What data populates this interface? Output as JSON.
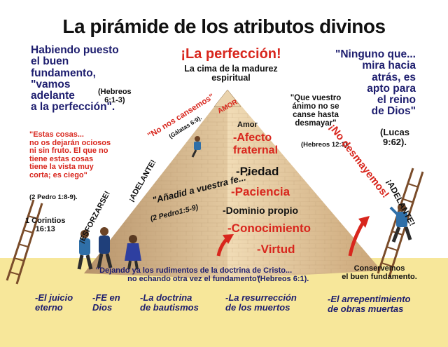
{
  "title": "La pirámide de los atributos divinos",
  "top_left_quote": "Habiendo puesto\nel buen\nfundamento,\n\"vamos\nadelante\na la perfección\".",
  "top_left_ref": "(Hebreos\n6:1-3)",
  "apex_title": "¡La perfección!",
  "apex_subtitle": "La cima de la madurez\nespiritual",
  "top_right_quote": "\"Ninguno que...\nmira hacia\natrás, es\napto para\nel reino\nde Dios\"",
  "top_right_ref": "(Lucas\n9:62).",
  "left_quote": "\"Estas cosas...\nno os dejarán ociosos\nni sin fruto. El que no\ntiene estas cosas\ntiene la vista muy\ncorta; es ciego\"",
  "left_ref": "(2 Pedro 1:8-9).",
  "no_cansemos": "\"No nos cansemos\"",
  "galatas_ref": "(Gálatas 6:9).",
  "animo_quote": "\"Que vuestro\nánimo no se\ncanse hasta\ndesmayar\"",
  "animo_ref": "(Hebreos 12:3).",
  "no_desmayemos": "¡No\ndesmayemos!",
  "adelante_left": "¡ADELANTE!",
  "adelante_right": "¡ADELANTE!",
  "esforzarse": "¡ESFORZARSE!",
  "corintios_ref": "1 Corintios\n16:13",
  "anadid": "\"Añadid a\nvuestra fe...\"",
  "anadid_ref": "(2 Pedro1:5-9)",
  "apex_word": "Amor",
  "apex_word_small": "AMOR",
  "layers": [
    {
      "label": "Amor",
      "color": "#111111"
    },
    {
      "label": "-Afecto\nfraternal",
      "color": "#d8261d"
    },
    {
      "label": "-Piedad",
      "color": "#111111"
    },
    {
      "label": "-Paciencia",
      "color": "#d8261d"
    },
    {
      "label": "-Dominio propio",
      "color": "#111111"
    },
    {
      "label": "-Conocimiento",
      "color": "#d8261d"
    },
    {
      "label": "-Virtud",
      "color": "#d8261d"
    }
  ],
  "foundation_quote": "\"Dejando ya los rudimentos de la doctrina de Cristo...\nno echando otra vez el fundamento\"",
  "foundation_ref": "(Hebreos 6:1).",
  "conservemos": "Conservemos\nel buen fundamento.",
  "foundations": [
    "-El juicio\neterno",
    "-FE en\nDios",
    "-La doctrina\nde bautismos",
    "-La resurrección\nde los muertos",
    "-El arrepentimiento\nde obras muertas"
  ],
  "colors": {
    "navy": "#1d1d6e",
    "red": "#d8261d",
    "sand": "#f7e79a",
    "stone": "#d7b98a"
  }
}
